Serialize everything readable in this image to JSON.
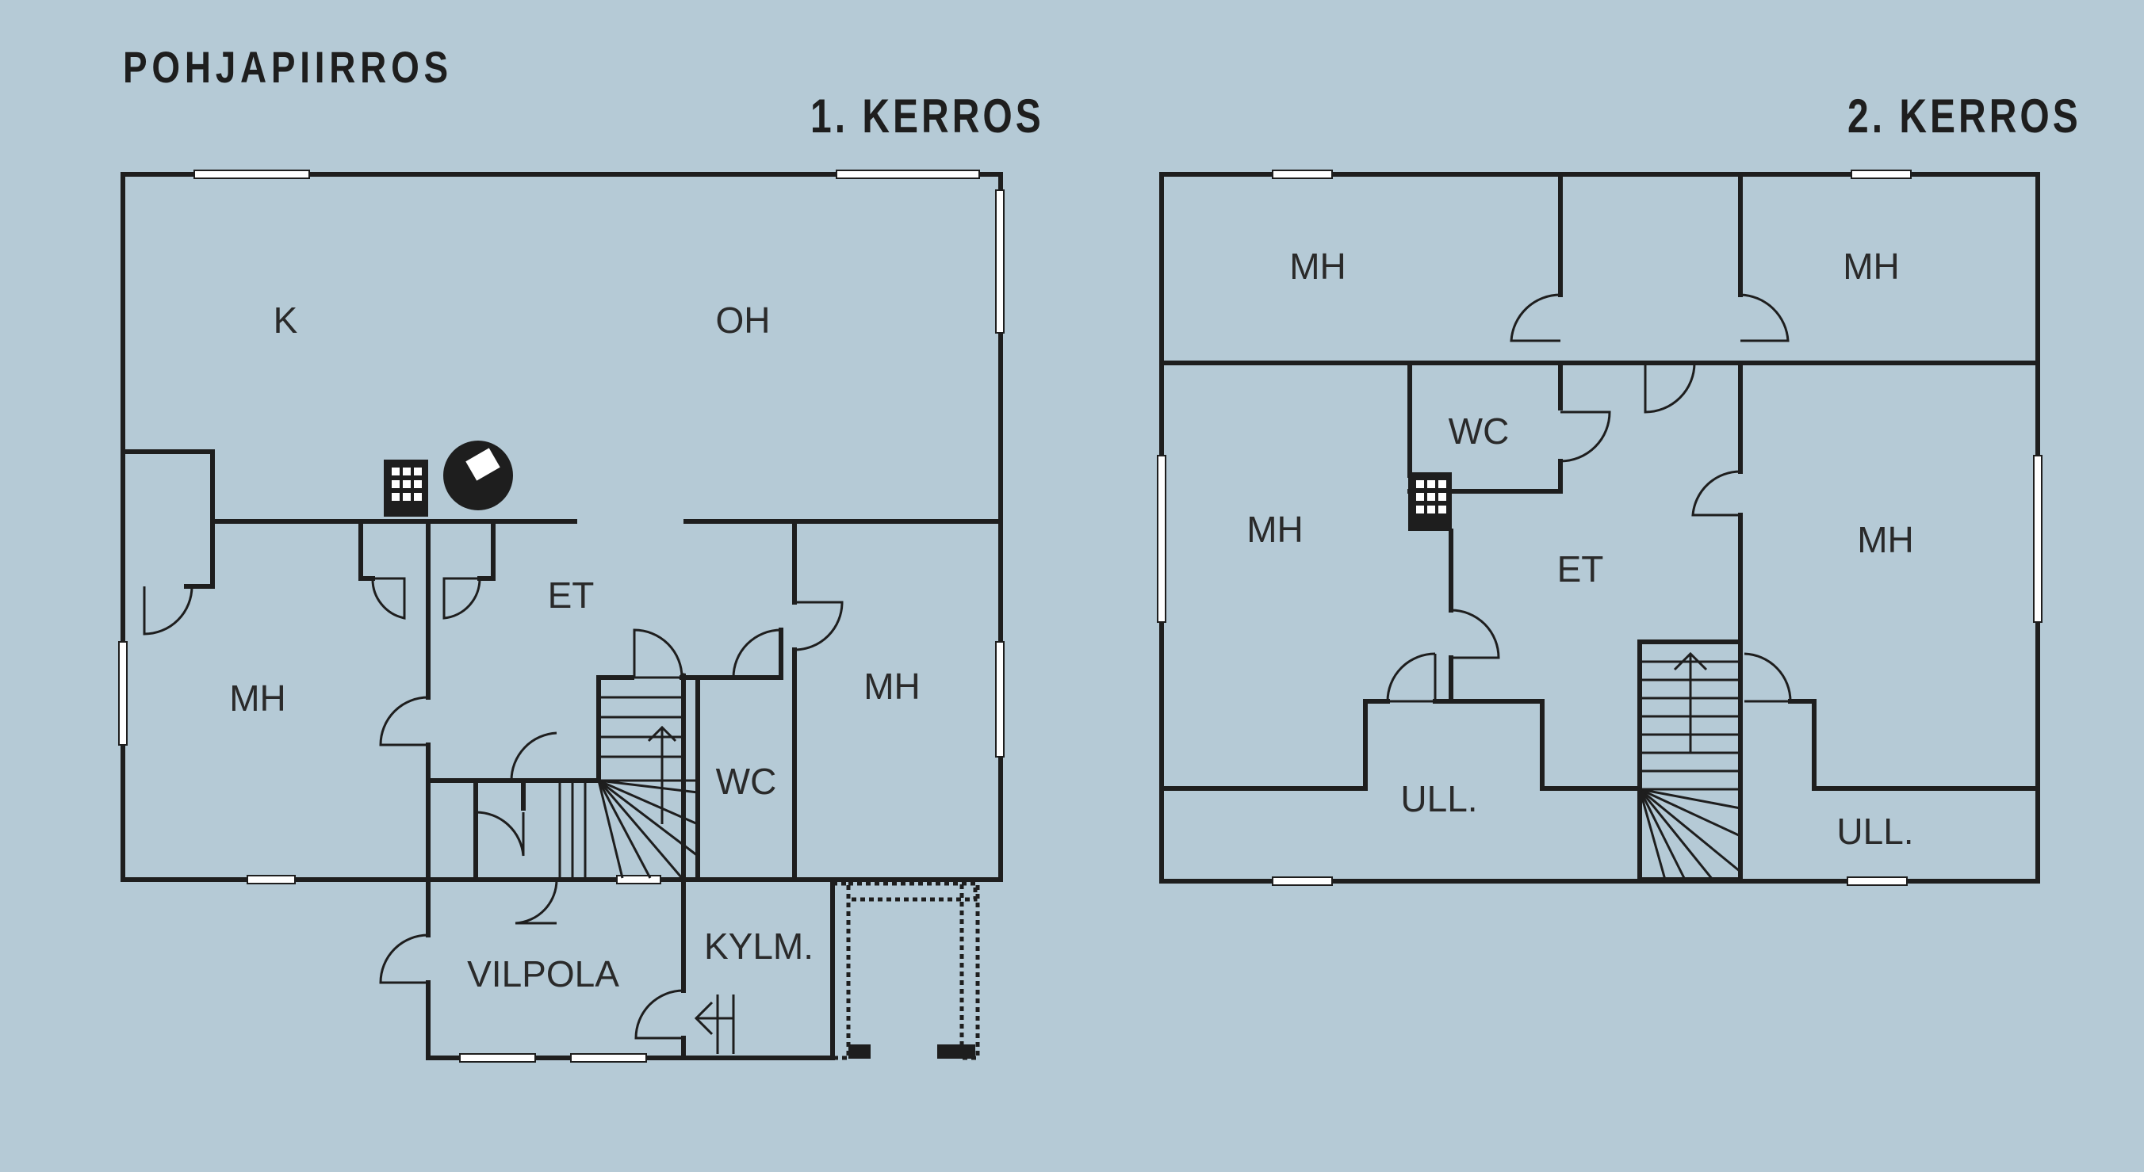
{
  "title": "POHJAPIIRROS",
  "floors": [
    {
      "title": "1. KERROS",
      "rooms": [
        "K",
        "OH",
        "ET",
        "MH",
        "MH",
        "WC",
        "VILPOLA",
        "KYLM."
      ]
    },
    {
      "title": "2. KERROS",
      "rooms": [
        "MH",
        "MH",
        "WC",
        "MH",
        "ET",
        "MH",
        "ULL.",
        "ULL."
      ]
    }
  ],
  "colors": {
    "background": "#b5cad6",
    "walls": "#1e1e1e",
    "windows": "#ffffff"
  },
  "icons": [
    "chimney-icon",
    "stove-icon",
    "stair-arrow-icon",
    "door-swing-icon"
  ]
}
